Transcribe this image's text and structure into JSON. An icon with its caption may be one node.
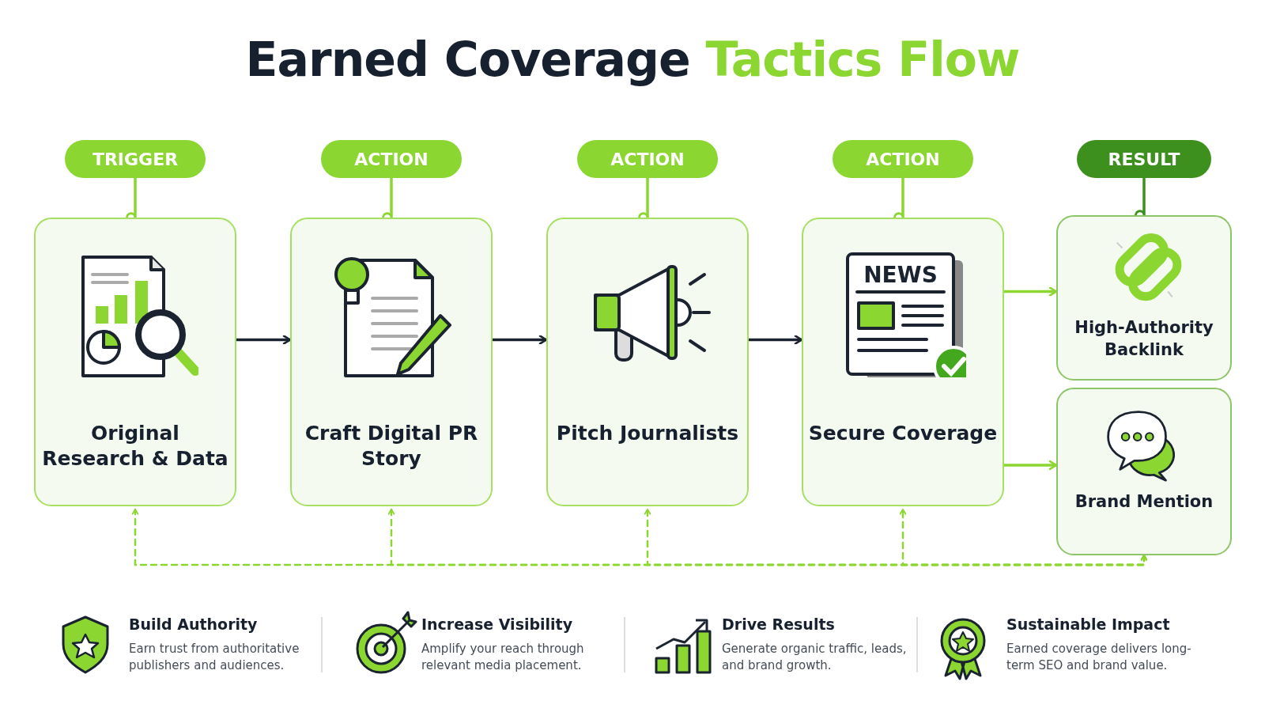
{
  "diagram": {
    "title": "Earned Coverage Tactics Flow",
    "nodes": [
      {
        "text": [
          "TRIGGER"
        ]
      },
      {
        "text": [
          "ACTION"
        ]
      },
      {
        "text": [
          "ACTION"
        ]
      },
      {
        "text": [
          "ACTION"
        ]
      },
      {
        "text": [
          "RESULT"
        ]
      },
      {
        "text": [
          "Original Research & Data"
        ]
      },
      {
        "text": [
          "Craft Digital PR Story"
        ]
      },
      {
        "text": [
          "Pitch Journalists"
        ]
      },
      {
        "text": [
          "Secure Coverage"
        ]
      },
      {
        "text": [
          "High-Authority Backlink"
        ]
      },
      {
        "text": [
          "Brand Mention"
        ]
      }
    ],
    "edges": [
      {
        "from": 0,
        "to": 5,
        "arrow": "other"
      },
      {
        "from": 1,
        "to": 6,
        "arrow": "other"
      },
      {
        "from": 2,
        "to": 7,
        "arrow": "other"
      },
      {
        "from": 3,
        "to": 8,
        "arrow": "other"
      },
      {
        "from": 4,
        "to": 9,
        "arrow": "other",
        "color": "#3d8f1e"
      },
      {
        "from": 5,
        "to": 6,
        "arrow": "to",
        "color": "#1b2331"
      },
      {
        "from": 6,
        "to": 7,
        "arrow": "to",
        "color": "#1b2331"
      },
      {
        "from": 7,
        "to": 8,
        "arrow": "to",
        "color": "#1b2331"
      },
      {
        "from": 8,
        "to": 9,
        "arrow": "to"
      },
      {
        "from": 8,
        "to": 10,
        "arrow": "to"
      },
      {
        "from": 10,
        "to": 5,
        "arrow": "both",
        "style": "dashed"
      },
      {
        "from": 10,
        "to": 6,
        "arrow": "both",
        "style": "dashed"
      },
      {
        "from": 10,
        "to": 7,
        "arrow": "both",
        "style": "dashed"
      },
      {
        "from": 10,
        "to": 8,
        "arrow": "both",
        "style": "dashed"
      }
    ],
    "labels": [
      "NEWS",
      "Build Authority",
      "Earn trust from authoritative publishers and audiences.",
      "Increase Visibility",
      "Amplify your reach through relevant media placement.",
      "Drive Results",
      "Generate organic traffic, leads, and brand growth.",
      "Sustainable Impact",
      "Earned coverage delivers long-term SEO and brand value."
    ]
  }
}
